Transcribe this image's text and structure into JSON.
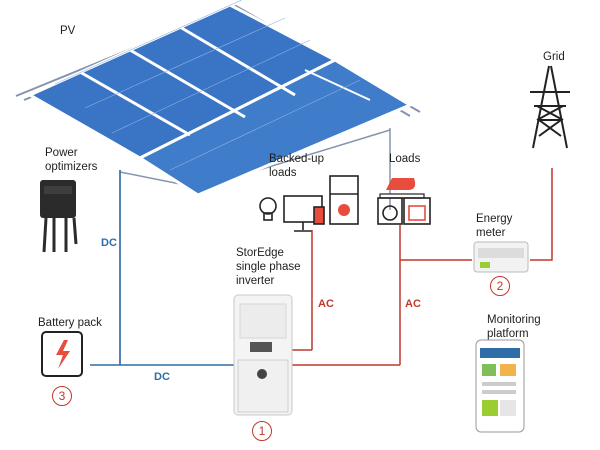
{
  "labels": {
    "pv": "PV",
    "grid": "Grid",
    "power_optimizers": "Power optimizers",
    "backed_up_loads": "Backed-up loads",
    "loads": "Loads",
    "energy_meter": "Energy meter",
    "inverter": "StorEdge single phase inverter",
    "battery_pack": "Battery pack",
    "monitoring_platform": "Monitoring platform"
  },
  "connections": {
    "dc_vertical": "DC",
    "dc_horizontal": "DC",
    "ac_backed_up": "AC",
    "ac_loads": "AC"
  },
  "markers": {
    "inverter": "1",
    "energy_meter": "2",
    "battery": "3"
  },
  "colors": {
    "dc_line": "#2f6da8",
    "ac_line": "#c0392b",
    "solar_panel": "#3a74c4",
    "house_outline": "#7d8fa8"
  }
}
